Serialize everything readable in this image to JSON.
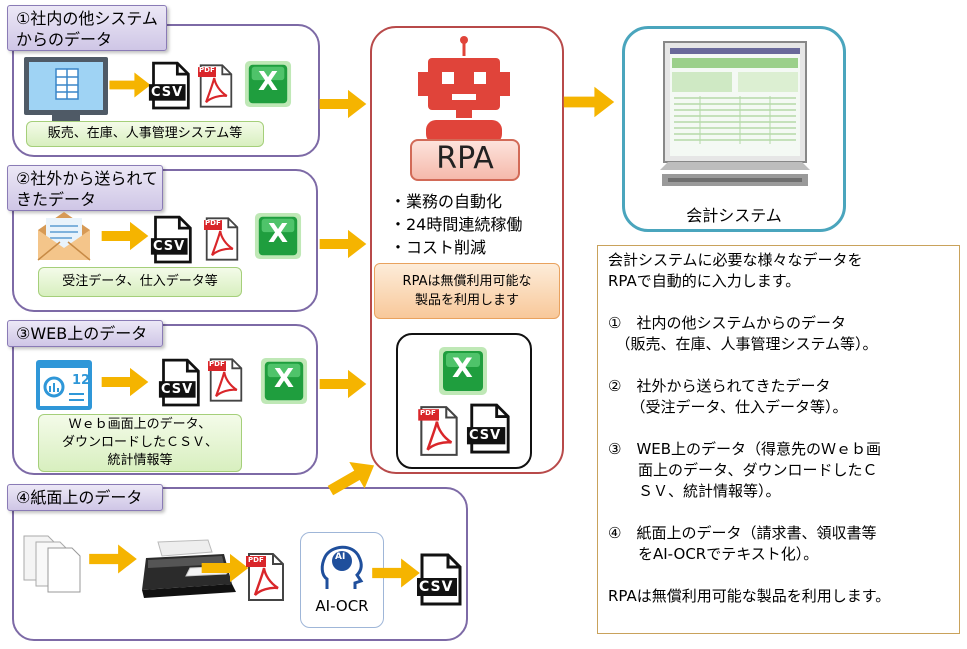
{
  "sources": [
    {
      "tag": "①社内の他システム\nからのデータ",
      "note": "販売、在庫、人事管理システム等"
    },
    {
      "tag": "②社外から送られて\nきたデータ",
      "note": "受注データ、仕入データ等"
    },
    {
      "tag": "③WEB上のデータ",
      "note": "Ｗｅｂ画面上のデータ、\nダウンロードしたＣＳＶ、\n統計情報等"
    },
    {
      "tag": "④紙面上のデータ",
      "note": "請求書、領収書等"
    }
  ],
  "rpa": {
    "label": "RPA",
    "bullets": [
      "・業務の自動化",
      "・24時間連続稼働",
      "・コスト削減"
    ],
    "note": "RPAは無償利用可能な\n製品を利用します"
  },
  "accounting_label": "会計システム",
  "ocr_label": "AI-OCR",
  "ai_text": "AI",
  "file_labels": {
    "csv": "CSV",
    "pdf": "PDF",
    "excel": "X",
    "calendar_num": "12"
  },
  "description": [
    "会計システムに必要な様々なデータを",
    "RPAで自動的に入力します。",
    "",
    "①　社内の他システムからのデータ",
    "　（販売、在庫、人事管理システム等）。",
    "",
    "②　社外から送られてきたデータ",
    "　　（受注データ、仕入データ等）。",
    "",
    "③　WEB上のデータ（得意先のＷｅｂ画",
    "　　面上のデータ、ダウンロードしたＣ",
    "　　ＳＶ、統計情報等）。",
    "",
    "④　紙面上のデータ（請求書、領収書等",
    "　　をAI-OCRでテキスト化）。",
    "",
    "RPAは無償利用可能な製品を利用します。"
  ],
  "colors": {
    "arrow": "#f5b400",
    "section_border": "#7d6aa6",
    "rpa_border": "#b84a4a",
    "monitor_border": "#4aa5bd",
    "excel": "#1f9e3e",
    "pdf": "#d9262a",
    "robot": "#e0443a"
  }
}
